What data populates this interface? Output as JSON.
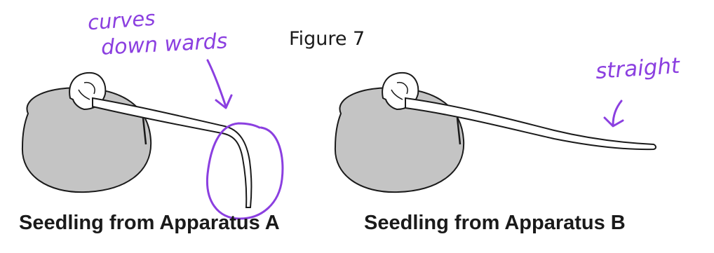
{
  "figure_title": "Figure 7",
  "annotations": {
    "a_line1": "curves",
    "a_line2": "down wards",
    "b": "straight"
  },
  "captions": {
    "a": "Seedling from Apparatus A",
    "b": "Seedling from Apparatus B"
  },
  "colors": {
    "seed_fill": "#c4c4c4",
    "outline": "#1a1a1a",
    "annotation": "#8b3fe0"
  }
}
